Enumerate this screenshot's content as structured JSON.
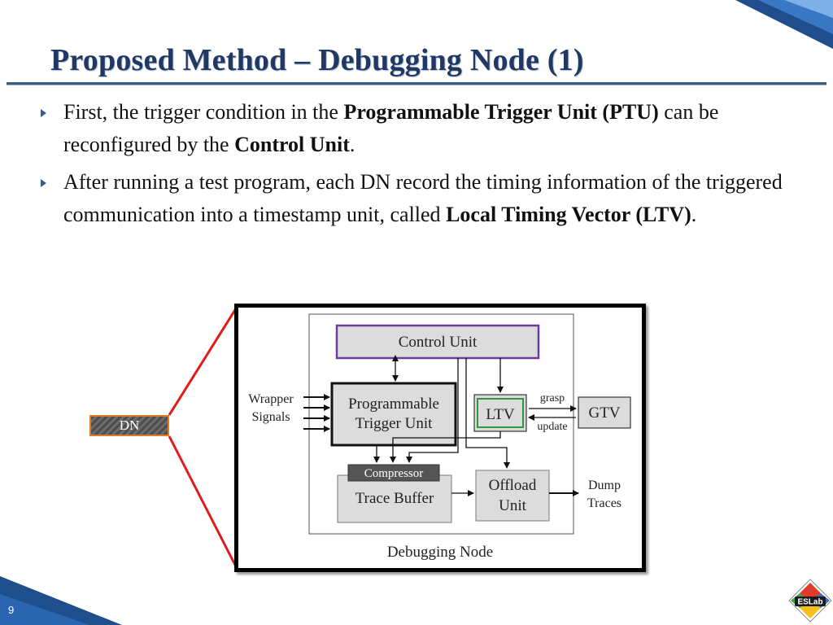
{
  "slide": {
    "title": "Proposed Method – Debugging Node (1)",
    "page_number": "9"
  },
  "bullets": [
    {
      "t1": "First, the trigger condition in the ",
      "b1": "Programmable Trigger Unit (PTU)",
      "t2": " can be reconfigured by the ",
      "b2": "Control Unit",
      "t3": "."
    },
    {
      "t1": "After running a test program, each DN record the timing information of the triggered communication into a timestamp unit, called ",
      "b1": "Local Timing Vector (LTV)",
      "t2": "."
    }
  ],
  "dn_label": "DN",
  "diagram": {
    "caption": "Debugging Node",
    "control_unit": "Control Unit",
    "ptu_line1": "Programmable",
    "ptu_line2": "Trigger Unit",
    "ltv": "LTV",
    "gtv": "GTV",
    "grasp": "grasp",
    "update": "update",
    "compressor": "Compressor",
    "trace_buffer": "Trace Buffer",
    "offload_line1": "Offload",
    "offload_line2": "Unit",
    "wrapper_line1": "Wrapper",
    "wrapper_line2": "Signals",
    "dump_line1": "Dump",
    "dump_line2": "Traces"
  },
  "logo_text": "ESLab",
  "colors": {
    "title": "#1f3864",
    "accent": "#3b5a8c",
    "zoom_lines": "#e01b1b",
    "dn_border": "#e07b2a",
    "control_border": "#6a3d9a",
    "ltv_border": "#2e9a3e"
  }
}
